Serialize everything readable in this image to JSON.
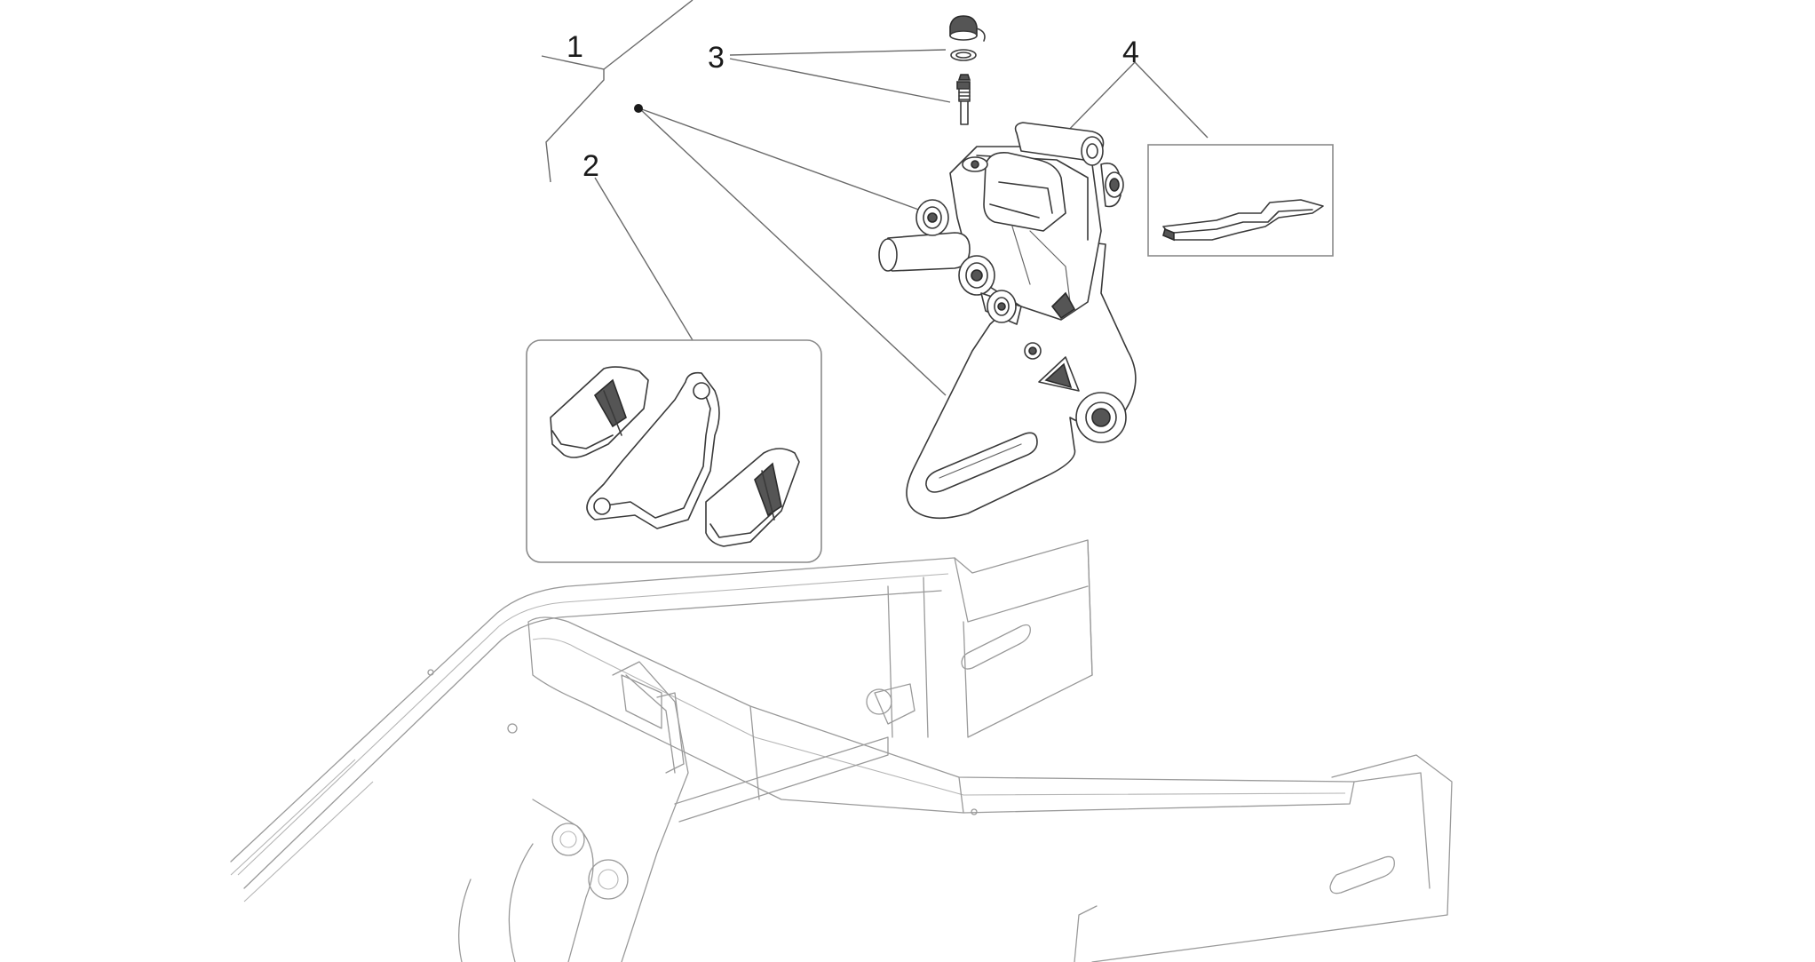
{
  "callouts": [
    {
      "id": "1",
      "label": "1"
    },
    {
      "id": "2",
      "label": "2"
    },
    {
      "id": "3",
      "label": "3"
    },
    {
      "id": "4",
      "label": "4"
    }
  ],
  "colors": {
    "line": "#3a3a3a",
    "frame": "#9a9a9a",
    "background": "#ffffff"
  }
}
